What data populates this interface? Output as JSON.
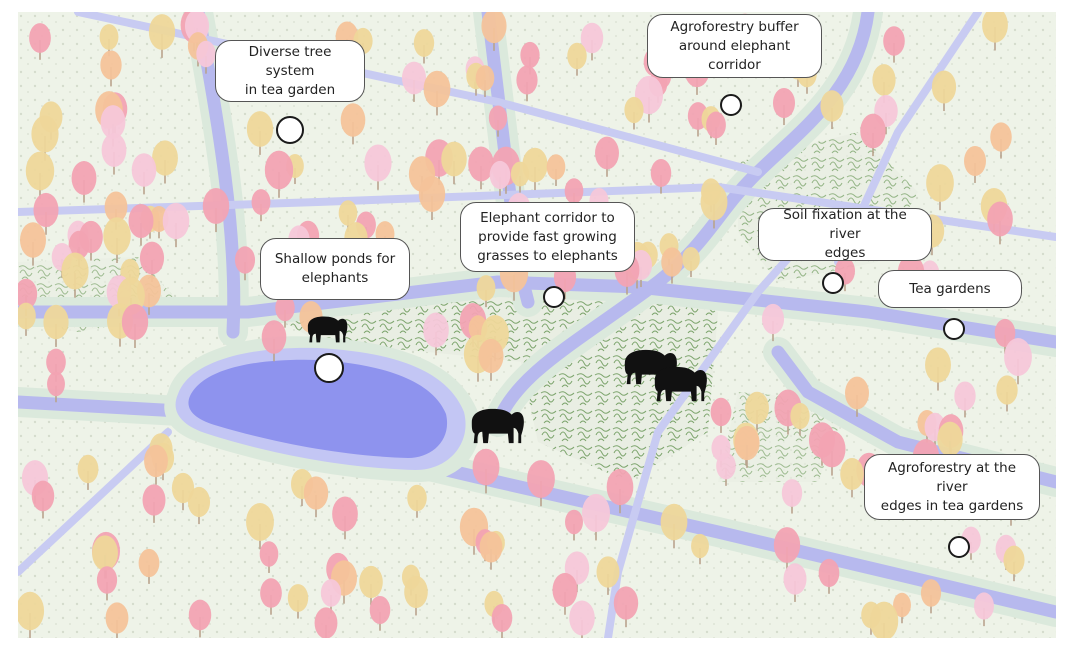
{
  "labels": {
    "diverse_tree": "Diverse tree system\nin tea garden",
    "agro_buffer": "Agroforestry buffer\naround elephant corridor",
    "elephant_corridor": "Elephant corridor to\nprovide fast growing\ngrasses to elephants",
    "soil_fixation": "Soil fixation at the river\nedges",
    "shallow_ponds": "Shallow ponds for\nelephants",
    "tea_gardens": "Tea gardens",
    "agro_river": "Agroforestry at the river\nedges in tea gardens"
  },
  "icons": {
    "elephant": "elephant-icon",
    "tree": "tree-icon",
    "marker": "circle-marker-icon"
  },
  "colors": {
    "ground": "#eef3e8",
    "road": "#b7b9ee",
    "road_edge": "#dbe9dc",
    "pond_deep": "#8e93ee",
    "pond_light": "#c3c6f4",
    "shrub": "#7da56d",
    "tree_pink": "#f2a3b3",
    "tree_yellow": "#eed79a",
    "tree_orange": "#f4c39a",
    "tree_lightpink": "#f5c7d9",
    "elephant": "#111111"
  }
}
